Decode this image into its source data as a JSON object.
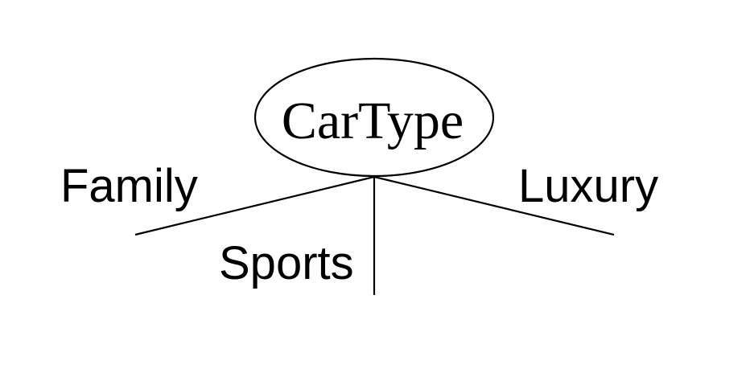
{
  "root": {
    "label": "CarType"
  },
  "branches": [
    {
      "label": "Family"
    },
    {
      "label": "Sports"
    },
    {
      "label": "Luxury"
    }
  ],
  "colors": {
    "ink": "#000000",
    "background": "#ffffff"
  }
}
